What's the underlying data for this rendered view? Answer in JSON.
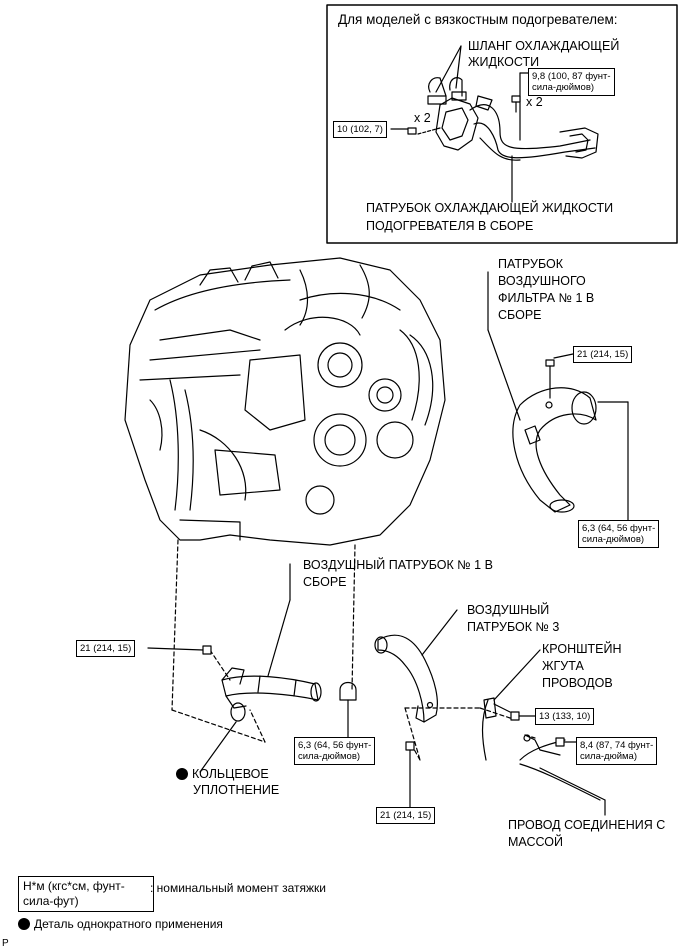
{
  "inset": {
    "title": "Для моделей с вязкостным подогревателем:",
    "hose_label_line1": "ШЛАНГ ОХЛАЖДАЮЩЕЙ",
    "hose_label_line2": "ЖИДКОСТИ",
    "torque_98_line1": "9,8 (100, 87 фунт-",
    "torque_98_line2": "сила-дюймов)",
    "count_x2_right": "x 2",
    "torque_10": "10 (102, 7)",
    "count_x2_left": "x 2",
    "pipe_label_line1": "ПАТРУБОК ОХЛАЖДАЮЩЕЙ ЖИДКОСТИ",
    "pipe_label_line2": "ПОДОГРЕВАТЕЛЯ В СБОРЕ"
  },
  "labels": {
    "air_filter_pipe_1": "ПАТРУБОК",
    "air_filter_pipe_2": "ВОЗДУШНОГО",
    "air_filter_pipe_3": "ФИЛЬТРА № 1 В",
    "air_filter_pipe_4": "СБОРЕ",
    "air_pipe1_1": "ВОЗДУШНЫЙ ПАТРУБОК № 1 В",
    "air_pipe1_2": "СБОРЕ",
    "air_pipe3_1": "ВОЗДУШНЫЙ",
    "air_pipe3_2": "ПАТРУБОК № 3",
    "bracket_1": "КРОНШТЕЙН",
    "bracket_2": "ЖГУТА",
    "bracket_3": "ПРОВОДОВ",
    "oring_1": "КОЛЬЦЕВОЕ",
    "oring_2": "УПЛОТНЕНИЕ",
    "ground_1": "ПРОВОД СОЕДИНЕНИЯ С",
    "ground_2": "МАССОЙ"
  },
  "torques": {
    "t21_upper": "21 (214, 15)",
    "t63_right_1": "6,3 (64, 56 фунт-",
    "t63_right_2": "сила-дюймов)",
    "t21_left": "21 (214, 15)",
    "t63_mid_1": "6,3 (64, 56 фунт-",
    "t63_mid_2": "сила-дюймов)",
    "t13": "13 (133, 10)",
    "t84_1": "8,4 (87, 74 фунт-",
    "t84_2": "сила-дюйма)",
    "t21_bottom": "21 (214, 15)"
  },
  "legend": {
    "box_line1": "Н*м (кгс*см, фунт-",
    "box_line2": "сила-фут)",
    "box_desc": ": номинальный момент затяжки",
    "single_use": "Деталь однократного применения"
  },
  "corner_mark": "P"
}
